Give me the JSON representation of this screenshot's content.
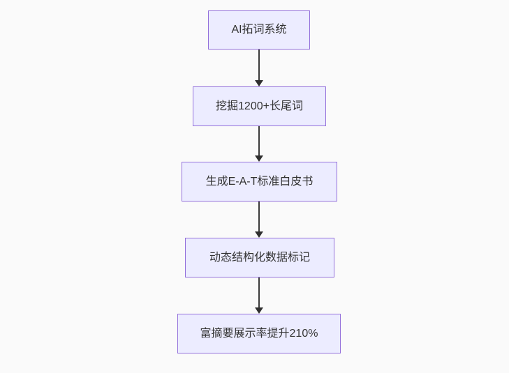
{
  "flowchart": {
    "type": "flowchart-top-down",
    "nodes": [
      {
        "id": "n1",
        "label": "AI拓词系统"
      },
      {
        "id": "n2",
        "label": "挖掘1200+长尾词"
      },
      {
        "id": "n3",
        "label": "生成E-A-T标准白皮书"
      },
      {
        "id": "n4",
        "label": "动态结构化数据标记"
      },
      {
        "id": "n5",
        "label": "富摘要展示率提升210%"
      }
    ],
    "edges": [
      {
        "from": "n1",
        "to": "n2"
      },
      {
        "from": "n2",
        "to": "n3"
      },
      {
        "from": "n3",
        "to": "n4"
      },
      {
        "from": "n4",
        "to": "n5"
      }
    ],
    "colors": {
      "node_fill": "#ECECFF",
      "node_border": "#9370DB",
      "arrow": "#333333",
      "text": "#333333",
      "canvas_background": "#FAFAFA"
    }
  }
}
